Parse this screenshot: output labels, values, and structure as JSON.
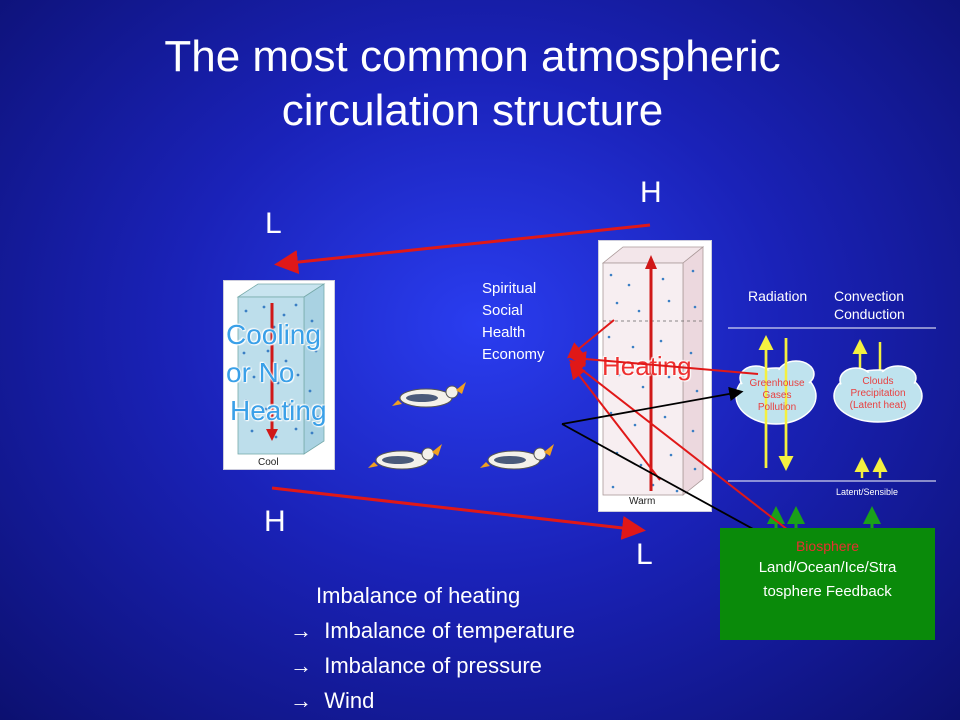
{
  "title": {
    "line1": "The most common atmospheric",
    "line2": "circulation structure"
  },
  "pressure": {
    "top_left": "L",
    "top_right": "H",
    "bottom_left": "H",
    "bottom_right": "L"
  },
  "cool_block": {
    "caption": "Cool",
    "label_lines": [
      "Cooling",
      "or No",
      "Heating"
    ]
  },
  "warm_block": {
    "caption": "Warm",
    "label": "Heating"
  },
  "impacts": [
    "Spiritual",
    "Social",
    "Health",
    "Economy"
  ],
  "panel": {
    "radiation": "Radiation",
    "convection": "Convection",
    "conduction": "Conduction",
    "cloud_left": [
      "Greenhouse",
      "Gases",
      "Pollution"
    ],
    "cloud_right": [
      "Clouds",
      "Precipitation",
      "(Latent heat)"
    ],
    "latent": "Latent/Sensible",
    "biosphere_title": "Biosphere",
    "biosphere_lines": [
      "Land/Ocean/Ice/Stra",
      "tosphere Feedback"
    ]
  },
  "imbalance": [
    "Imbalance of heating",
    "Imbalance of temperature",
    "Imbalance of pressure",
    "Wind"
  ],
  "arrow_glyph": "→",
  "colors": {
    "background": "#1a22b8",
    "arrow_red": "#e01818",
    "biosphere_green": "#0a8a0a",
    "cloud_fill": "#bfe3ee",
    "heat_text": "#ee3030",
    "cool_text": "#3aa0e8"
  }
}
